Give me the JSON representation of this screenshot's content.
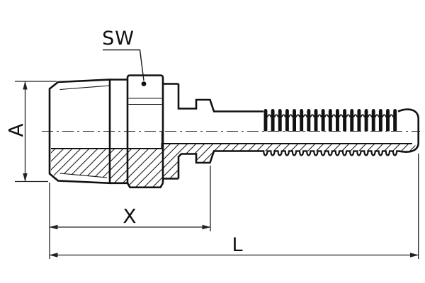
{
  "drawing": {
    "background": "#ffffff",
    "line_color": "#111111",
    "thin_line_color": "#1a1a1a",
    "dim_color": "#222222",
    "labels": {
      "sw": "SW",
      "a": "A",
      "x": "X",
      "l": "L"
    },
    "ribs": {
      "count": 19
    }
  }
}
